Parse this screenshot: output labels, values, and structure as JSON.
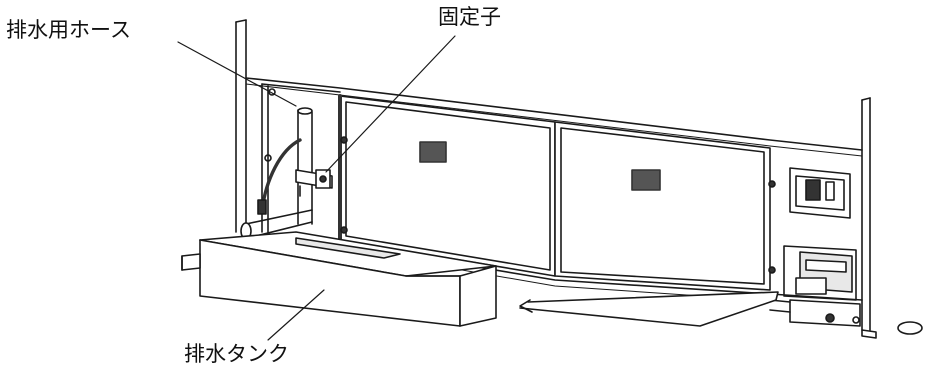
{
  "labels": {
    "drain_hose": "排水用ホース",
    "fixer": "固定子",
    "drain_tank": "排水タンク"
  },
  "colors": {
    "line": "#1a1a1a",
    "fill": "#ffffff",
    "shade": "#e8e8e8",
    "dark": "#333333"
  }
}
